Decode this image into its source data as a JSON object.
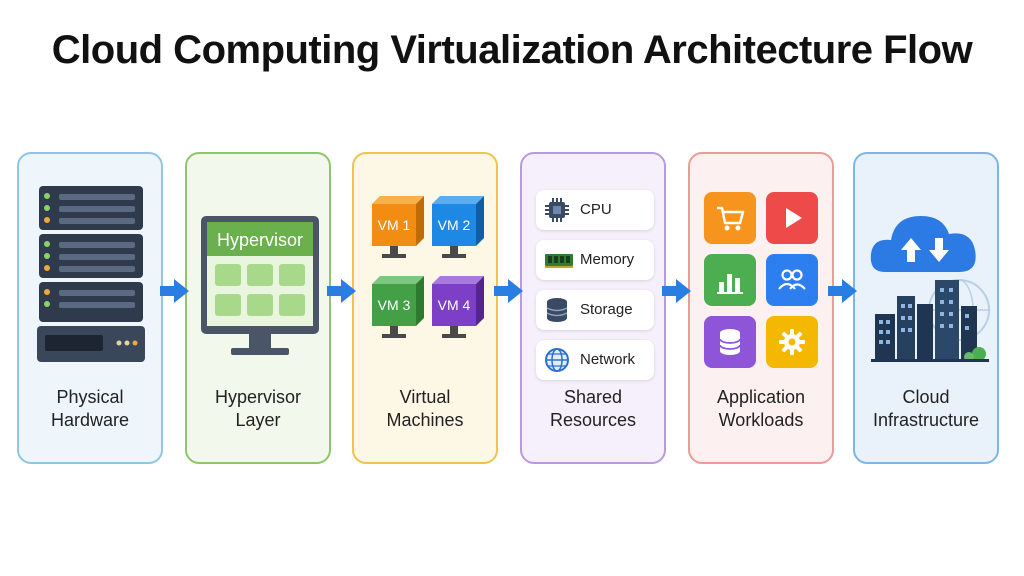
{
  "title": "Cloud Computing Virtualization Architecture Flow",
  "stages": [
    {
      "line1": "Physical",
      "line2": "Hardware",
      "border": "#8ec5e8",
      "bg": "#eef6fc"
    },
    {
      "line1": "Hypervisor",
      "line2": "Layer",
      "border": "#8dc76a",
      "bg": "#f2f9ec"
    },
    {
      "line1": "Virtual",
      "line2": "Machines",
      "border": "#f2c24f",
      "bg": "#fdf7e6"
    },
    {
      "line1": "Shared",
      "line2": "Resources",
      "border": "#b79be0",
      "bg": "#f5f0fb"
    },
    {
      "line1": "Application",
      "line2": "Workloads",
      "border": "#ef9a9a",
      "bg": "#fdf0f0"
    },
    {
      "line1": "Cloud",
      "line2": "Infrastructure",
      "border": "#7fb4e6",
      "bg": "#e9f2fb"
    }
  ],
  "hypervisor": {
    "label": "Hypervisor"
  },
  "vms": [
    "VM 1",
    "VM 2",
    "VM 3",
    "VM 4"
  ],
  "resources": [
    "CPU",
    "Memory",
    "Storage",
    "Network"
  ],
  "icons": {
    "hardware": "server-rack-icon",
    "hypervisor": "monitor-icon",
    "vms": "cube-icon",
    "resources": [
      "cpu-chip-icon",
      "memory-module-icon",
      "database-icon",
      "globe-icon"
    ],
    "apps": [
      "shopping-cart-icon",
      "play-icon",
      "bar-chart-icon",
      "users-icon",
      "database-icon",
      "gear-icon"
    ],
    "cloud": "cloud-upload-download-icon"
  },
  "colors": {
    "arrow": "#2a7de1",
    "vm": [
      "#f28c12",
      "#1e88e5",
      "#43a047",
      "#7e3fc8"
    ],
    "apps": [
      "#f7941d",
      "#ef4a4a",
      "#4cae50",
      "#2d7ff0",
      "#8e55d9",
      "#f5b800"
    ]
  }
}
